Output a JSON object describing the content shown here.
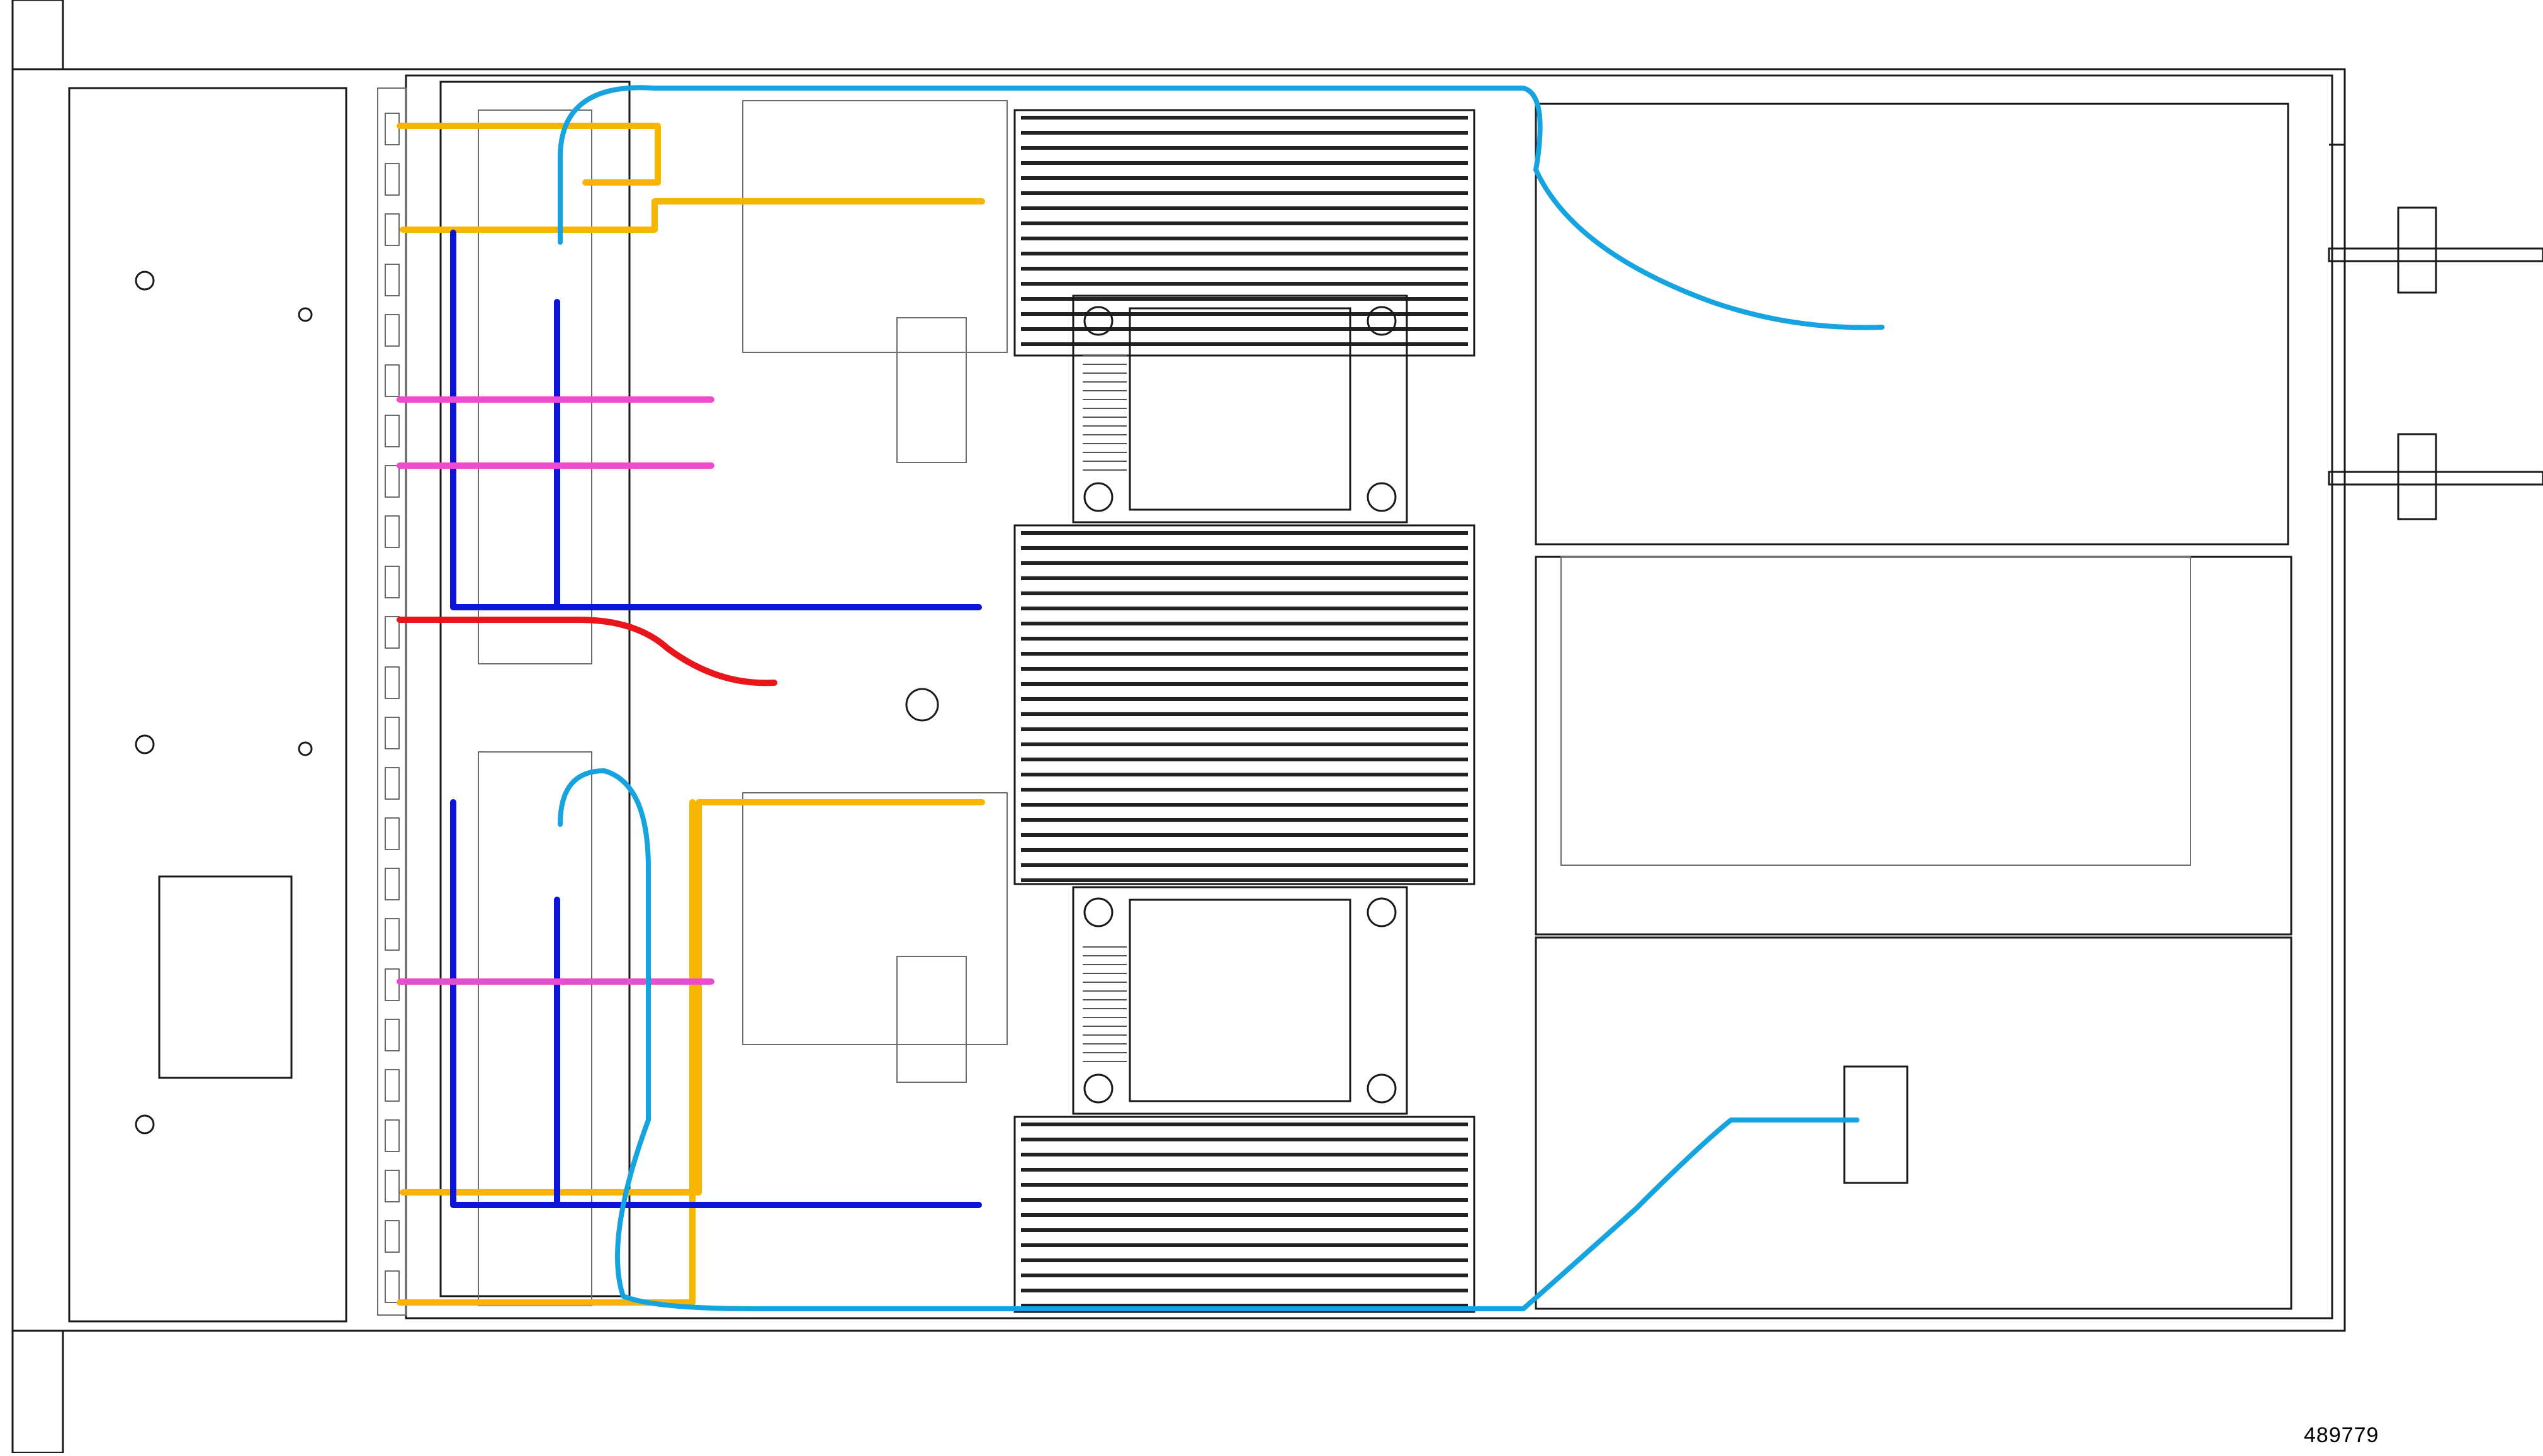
{
  "figure": {
    "number": "489779"
  },
  "colors": {
    "outline": "#1a1a1a",
    "detail": "#6b6b6b",
    "cable_orange": "#f7b500",
    "cable_dark_blue": "#0b14d8",
    "cable_light_blue": "#16a4e0",
    "cable_pink": "#f04bd0",
    "cable_red": "#e8161b"
  },
  "cables": [
    {
      "name": "orange",
      "color_key": "cable_orange"
    },
    {
      "name": "dark-blue",
      "color_key": "cable_dark_blue"
    },
    {
      "name": "light-blue",
      "color_key": "cable_light_blue"
    },
    {
      "name": "pink",
      "color_key": "cable_pink"
    },
    {
      "name": "red",
      "color_key": "cable_red"
    }
  ],
  "components": {
    "front_drive_bays": 24,
    "cpu_sockets": 2,
    "dimm_banks": 4,
    "riser_cages": 3,
    "power_supplies": 2
  }
}
